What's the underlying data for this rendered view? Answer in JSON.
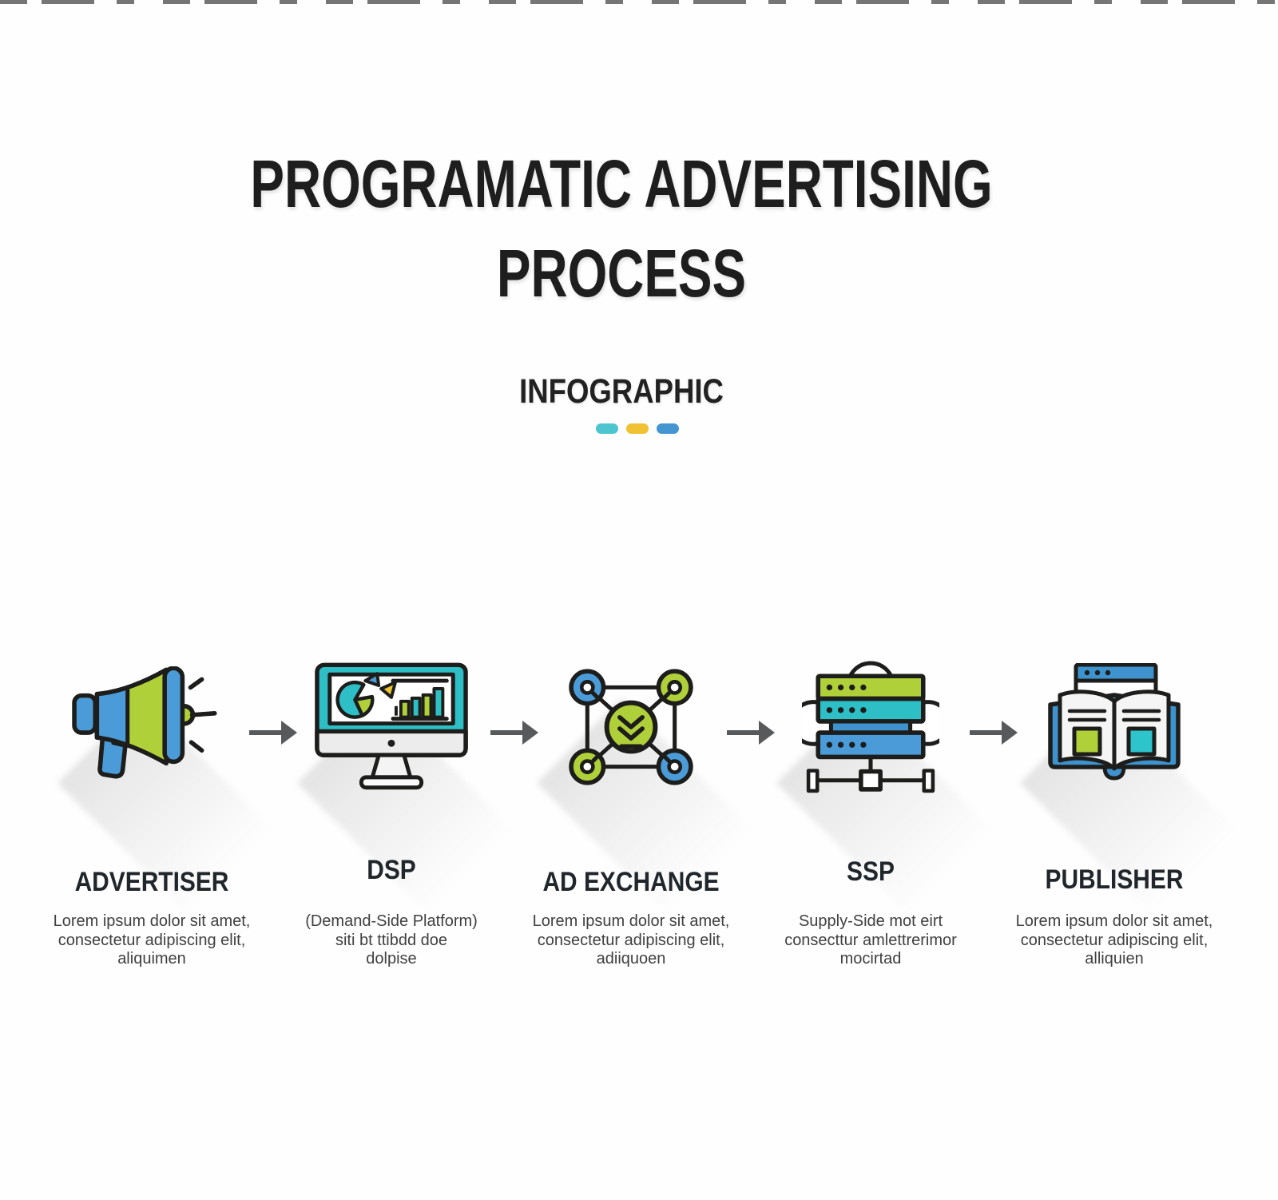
{
  "header": {
    "title_line1": "PROGRAMATIC ADVERTISING",
    "title_line2": "PROCESS",
    "subtitle": "INFOGRAPHIC",
    "dashes": [
      "#4cc5ce",
      "#f0c233",
      "#4496d2"
    ]
  },
  "steps": [
    {
      "title": "ADVERTISER",
      "icon": "megaphone-icon",
      "lines": [
        "Lorem ipsum dolor sit amet,",
        "consectetur adipiscing elit,",
        "aliquimen"
      ]
    },
    {
      "title": "DSP",
      "icon": "monitor-analytics-icon",
      "lines": [
        "(Demand-Side Platform)",
        "siti bt ttibdd doe",
        "dolpise"
      ]
    },
    {
      "title": "AD EXCHANGE",
      "icon": "network-exchange-icon",
      "lines": [
        "Lorem ipsum dolor sit amet,",
        "consectetur adipiscing elit,",
        "adiiquoen"
      ]
    },
    {
      "title": "SSP",
      "icon": "server-cloud-icon",
      "lines": [
        "Supply-Side mot eirt",
        "consecttur amlettrerimor",
        "mocirtad"
      ]
    },
    {
      "title": "PUBLISHER",
      "icon": "open-book-icon",
      "lines": [
        "Lorem ipsum dolor sit amet,",
        "consectetur adipiscing elit,",
        "alliquien"
      ]
    }
  ],
  "palette": {
    "teal": "#2ebec6",
    "green": "#b0d03a",
    "blue": "#4a9bd8",
    "dark_blue": "#3e93cf",
    "yellow": "#ecc535",
    "outline": "#1d1d1b",
    "arrow_gray": "#58595b",
    "title_text": "#1e1e1e",
    "body_text": "#404040"
  }
}
